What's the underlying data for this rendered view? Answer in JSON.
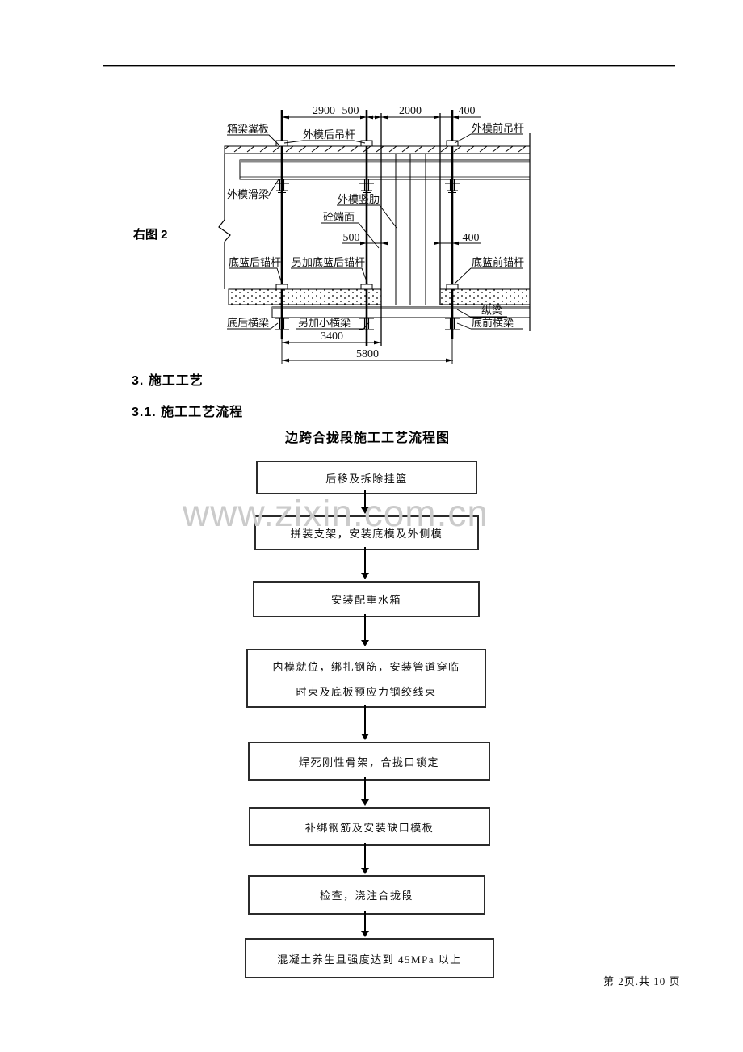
{
  "figure": {
    "caption": "右图 2",
    "labels": {
      "flange": "箱梁翼板",
      "rear_hanger": "外模后吊杆",
      "front_hanger": "外模前吊杆",
      "slide_beam": "外模滑梁",
      "vertical_rib": "外模竖肋",
      "concrete_face": "砼端面",
      "rear_anchor": "底篮后锚杆",
      "extra_rear_anchor": "另加底篮后锚杆",
      "front_anchor": "底篮前锚杆",
      "longitudinal_beam": "纵梁",
      "rear_cross_beam": "底后横梁",
      "extra_small_cross_beam": "另加小横梁",
      "front_cross_beam": "底前横梁"
    },
    "dims": {
      "top_2900": "2900",
      "top_500": "500",
      "top_2000": "2000",
      "top_400": "400",
      "mid_500": "500",
      "mid_400": "400",
      "bot_3400": "3400",
      "bot_5800": "5800"
    }
  },
  "headings": {
    "section": "3. 施工工艺",
    "subsection": "3.1. 施工工艺流程",
    "flow_title": "边跨合拢段施工工艺流程图"
  },
  "flowchart": {
    "steps": [
      {
        "lines": [
          "后移及拆除挂篮"
        ]
      },
      {
        "lines": [
          "拼装支架，安装底模及外侧模"
        ]
      },
      {
        "lines": [
          "安装配重水箱"
        ]
      },
      {
        "lines": [
          "内模就位，绑扎钢筋，安装管道穿临",
          "时束及底板预应力钢绞线束"
        ]
      },
      {
        "lines": [
          "焊死刚性骨架，合拢口锁定"
        ]
      },
      {
        "lines": [
          "补绑钢筋及安装缺口模板"
        ]
      },
      {
        "lines": [
          "检查，浇注合拢段"
        ]
      },
      {
        "lines": [
          "混凝土养生且强度达到 45MPa 以上"
        ]
      }
    ]
  },
  "page": {
    "watermark": "www.zixin.com.cn",
    "footer": "第 2页.共 10 页"
  }
}
